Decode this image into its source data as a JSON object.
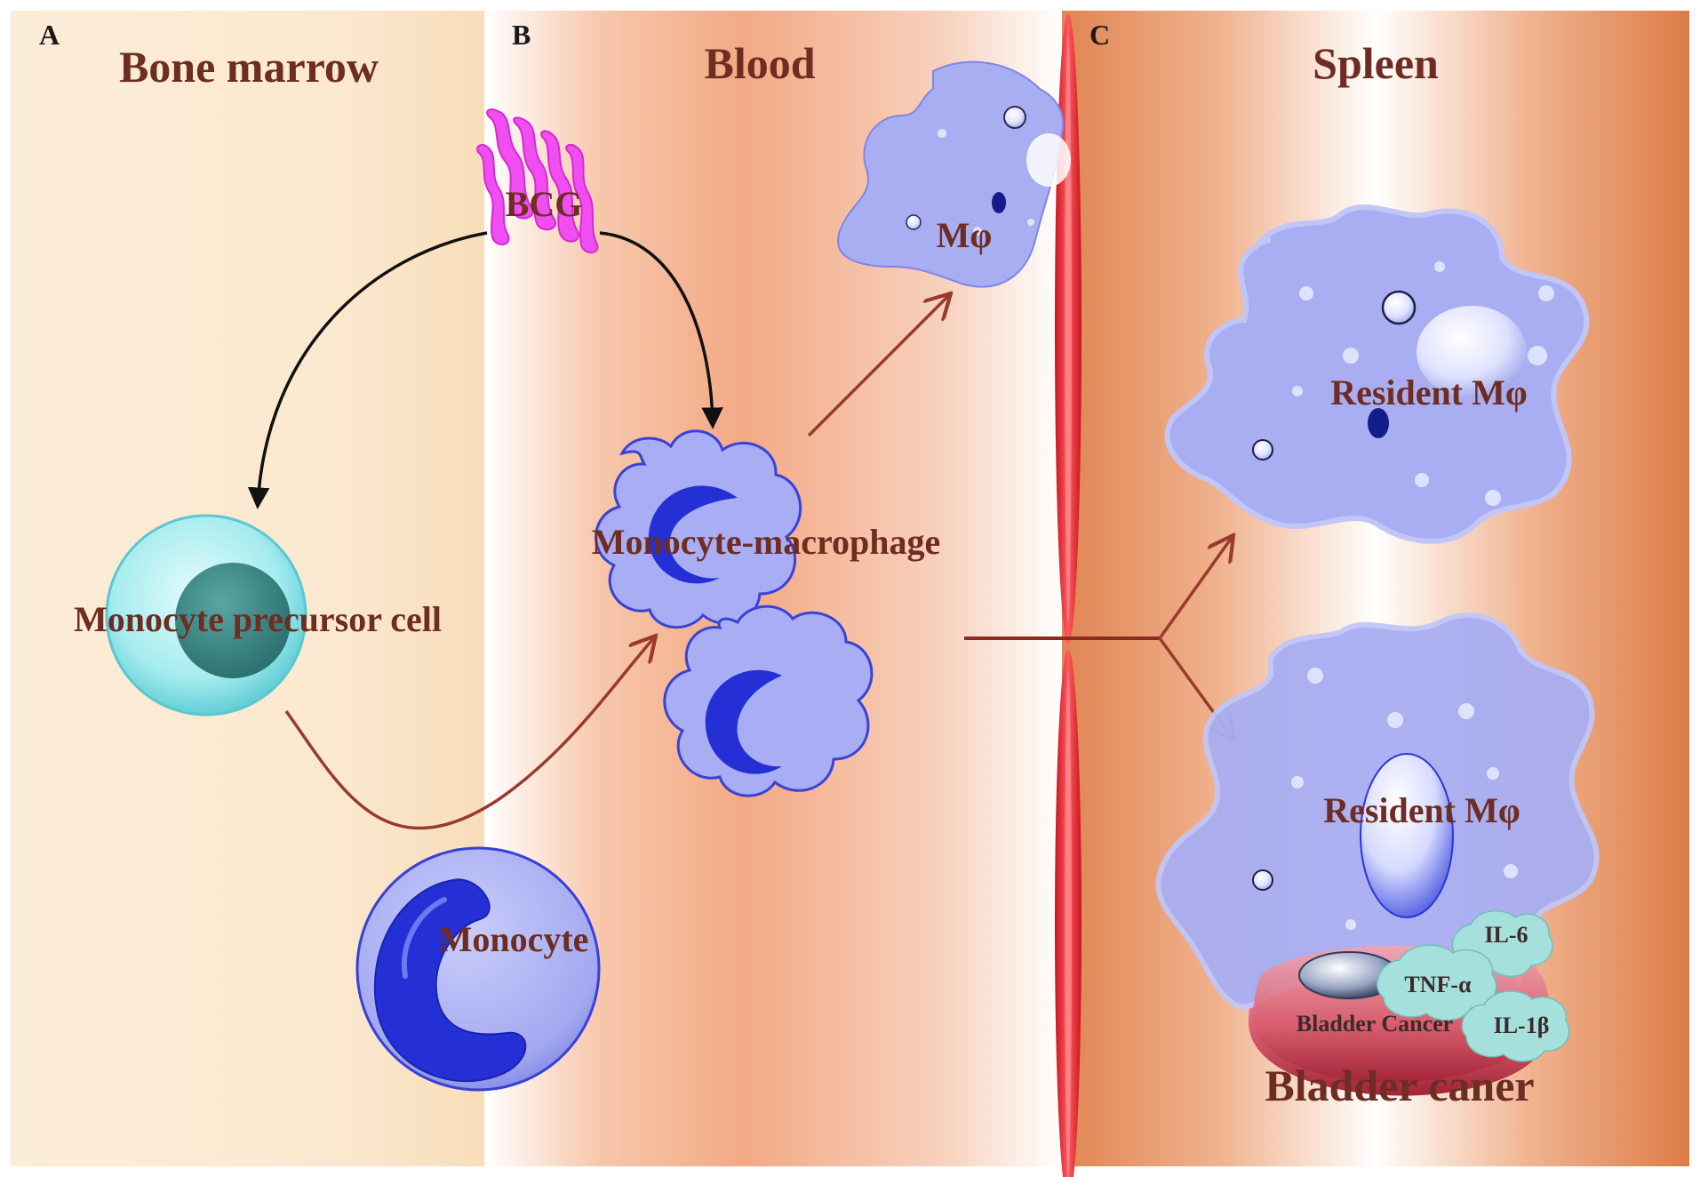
{
  "panels": [
    {
      "letter": "A",
      "title": "Bone marrow"
    },
    {
      "letter": "B",
      "title": "Blood"
    },
    {
      "letter": "C",
      "title": "Spleen"
    }
  ],
  "labels": {
    "bcg": "BCG",
    "macrophage_blood": "Mφ",
    "monocyte_macrophage": "Monocyte-macrophage",
    "precursor": "Monocyte precursor cell",
    "monocyte": "Monocyte",
    "resident_top": "Resident Mφ",
    "resident_bottom": "Resident Mφ",
    "bladder_cancer_small": "Bladder Cancer",
    "bladder_caption": "Bladder caner"
  },
  "cytokines": [
    "IL-6",
    "TNF-α",
    "IL-1β"
  ],
  "colors": {
    "bone_marrow_bg": "#fbe9d2",
    "blood_bg": "#f2a57f",
    "spleen_bg": "#e08a5a",
    "vessel_red": "#e0303a",
    "macrophage_fill": "#a9aef2",
    "nucleus_blue": "#2a36d8",
    "precursor_cyan": "#a8eef0",
    "precursor_nucleus": "#3c8c8a",
    "bcg_magenta": "#f04ef0",
    "label_brown": "#6e2d22",
    "arrow_brown": "#9a3a2e"
  }
}
